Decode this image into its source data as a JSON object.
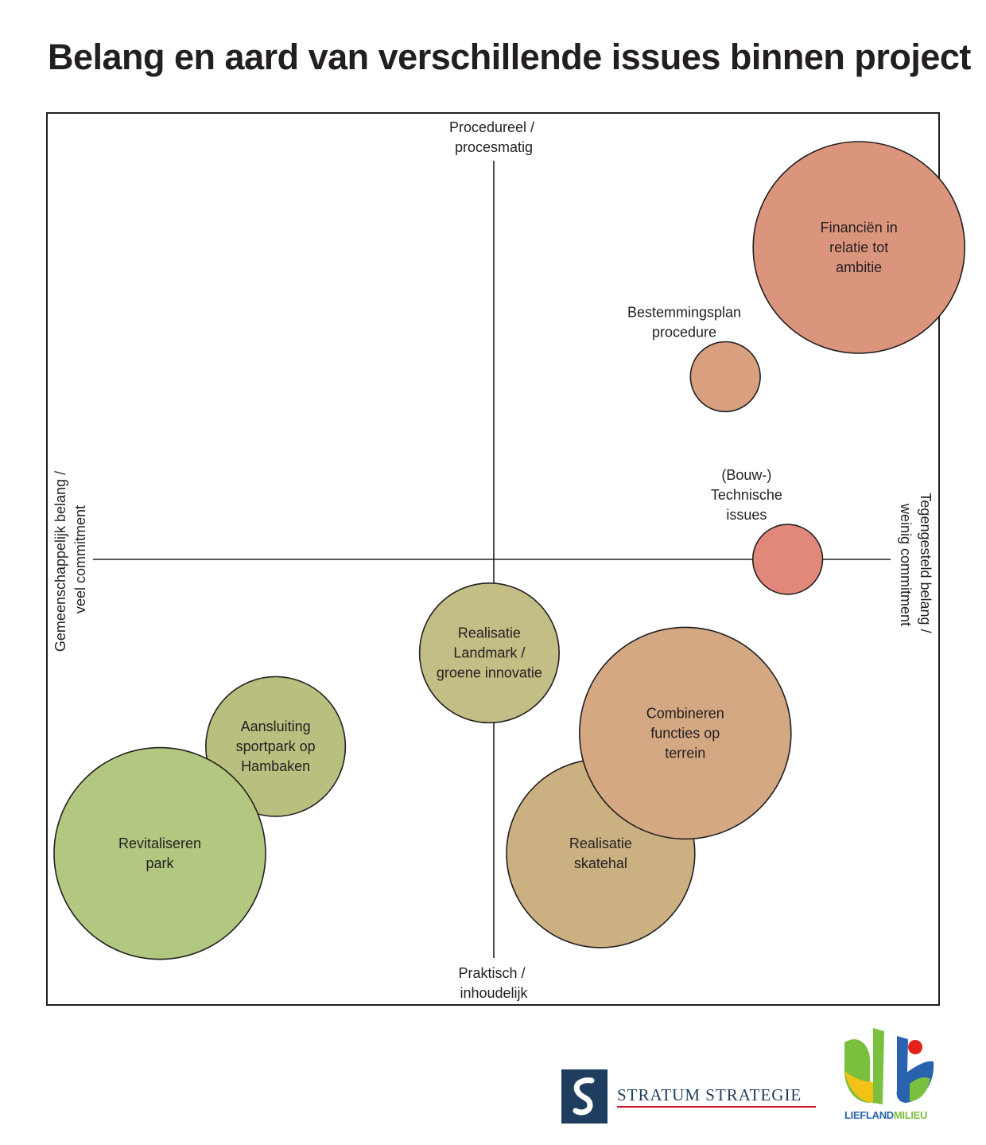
{
  "title": "Belang en aard van verschillende issues binnen project",
  "colors": {
    "frame": "#231f20",
    "red": "#e2887a",
    "salmon": "#dc957d",
    "peach": "#d8a07e",
    "tan": "#d3a882",
    "sand": "#cbb182",
    "olive": "#c3be85",
    "olive_green": "#b9c07f",
    "green": "#b2c77f"
  },
  "axes": {
    "top_label": [
      "Procedureel /",
      "procesmatig"
    ],
    "bottom_label": [
      "Praktisch /",
      "inhoudelijk"
    ],
    "left_label": [
      "Gemeenschappelijk belang /",
      "veel commitment"
    ],
    "right_label": [
      "Tegengesteld belang /",
      "weinig commitment"
    ]
  },
  "chart_data": {
    "type": "bubble",
    "title": "Belang en aard van verschillende issues binnen project",
    "x_axis": {
      "negative": "Gemeenschappelijk belang / veel commitment",
      "positive": "Tegengesteld belang / weinig commitment",
      "range": [
        -1,
        1
      ]
    },
    "y_axis": {
      "positive": "Procedureel / procesmatig",
      "negative": "Praktisch / inhoudelijk",
      "range": [
        -1,
        1
      ]
    },
    "grid": false,
    "bubbles": [
      {
        "label": [
          "Financiën in",
          "relatie tot",
          "ambitie"
        ],
        "x": 0.82,
        "y": 0.7,
        "size": 1.0,
        "color": "#dc957d",
        "label_pos": "inside"
      },
      {
        "label": [
          "Bestemmingsplan",
          "procedure"
        ],
        "x": 0.52,
        "y": 0.41,
        "size": 0.33,
        "color": "#d8a07e",
        "label_pos": "above-left"
      },
      {
        "label": [
          "(Bouw-)",
          "Technische",
          "issues"
        ],
        "x": 0.66,
        "y": 0.0,
        "size": 0.33,
        "color": "#e2887a",
        "label_pos": "above-left"
      },
      {
        "label": [
          "Realisatie",
          "Landmark /",
          "groene innovatie"
        ],
        "x": -0.01,
        "y": -0.21,
        "size": 0.66,
        "color": "#c3be85",
        "label_pos": "inside"
      },
      {
        "label": [
          "Realisatie",
          "skatehal"
        ],
        "x": 0.24,
        "y": -0.66,
        "size": 0.89,
        "color": "#cbb182",
        "label_pos": "inside"
      },
      {
        "label": [
          "Combineren",
          "functies op",
          "terrein"
        ],
        "x": 0.43,
        "y": -0.39,
        "size": 1.0,
        "color": "#d3a882",
        "label_pos": "inside"
      },
      {
        "label": [
          "Aansluiting",
          "sportpark op",
          "Hambaken"
        ],
        "x": -0.49,
        "y": -0.42,
        "size": 0.66,
        "color": "#b9c07f",
        "label_pos": "inside"
      },
      {
        "label": [
          "Revitaliseren",
          "park"
        ],
        "x": -0.75,
        "y": -0.66,
        "size": 1.0,
        "color": "#b2c77f",
        "label_pos": "inside"
      }
    ]
  },
  "logos": {
    "stratum": "STRATUM STRATEGIE",
    "liefland_a": "LIEFLAND",
    "liefland_b": "MILIEU"
  }
}
